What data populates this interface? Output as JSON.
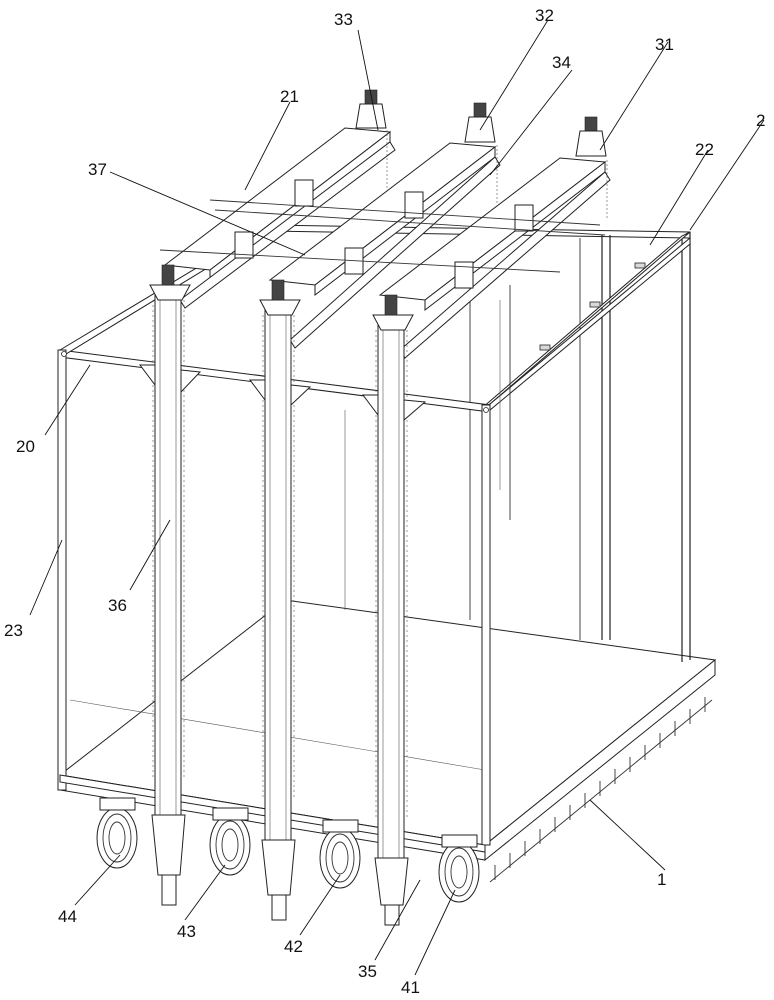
{
  "labels": {
    "l33": "33",
    "l32": "32",
    "l34": "34",
    "l31": "31",
    "l21": "21",
    "l2": "2",
    "l22": "22",
    "l37": "37",
    "l20": "20",
    "l36": "36",
    "l23": "23",
    "l1": "1",
    "l44": "44",
    "l43": "43",
    "l42": "42",
    "l35": "35",
    "l41": "41"
  }
}
